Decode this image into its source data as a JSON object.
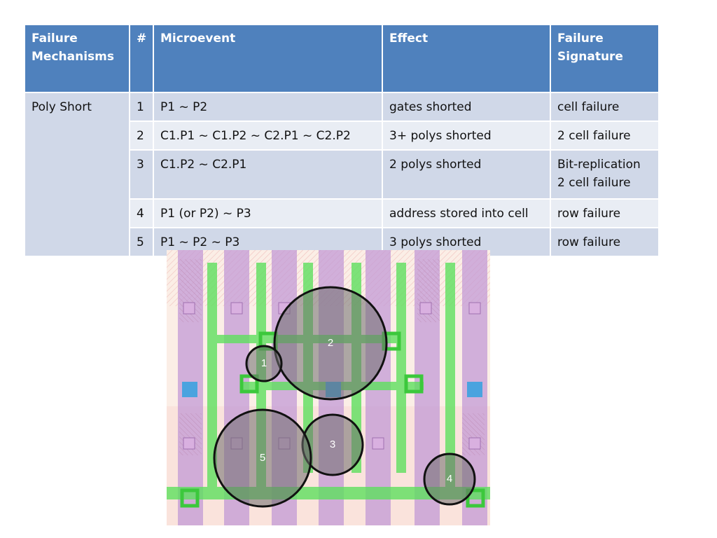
{
  "table": {
    "headers": [
      "Failure Mechanisms",
      "#",
      "Microevent",
      "Effect",
      "Failure Signature"
    ],
    "mechanism": "Poly Short",
    "rows": [
      {
        "num": "1",
        "microevent": "P1 ~ P2",
        "effect": "gates shorted",
        "signature": "cell failure"
      },
      {
        "num": "2",
        "microevent": "C1.P1 ~ C1.P2 ~ C2.P1 ~ C2.P2",
        "effect": "3+ polys shorted",
        "signature": "2 cell failure"
      },
      {
        "num": "3",
        "microevent": "C1.P2 ~ C2.P1",
        "effect": "2 polys shorted",
        "signature": "Bit-replication 2 cell failure"
      },
      {
        "num": "4",
        "microevent": "P1 (or P2) ~ P3",
        "effect": "address stored into cell",
        "signature": "row failure"
      },
      {
        "num": "5",
        "microevent": "P1 ~ P2 ~ P3",
        "effect": "3 polys shorted",
        "signature": "row failure"
      }
    ]
  },
  "defects": [
    {
      "label": "1"
    },
    {
      "label": "2"
    },
    {
      "label": "3"
    },
    {
      "label": "4"
    },
    {
      "label": "5"
    }
  ],
  "colors": {
    "header_bg": "#4f81bd",
    "row_dark": "#d0d8e8",
    "row_light": "#e9edf4",
    "poly": "#5ee05e",
    "diffusion": "#c39ad6",
    "contact": "#4aa3df"
  }
}
